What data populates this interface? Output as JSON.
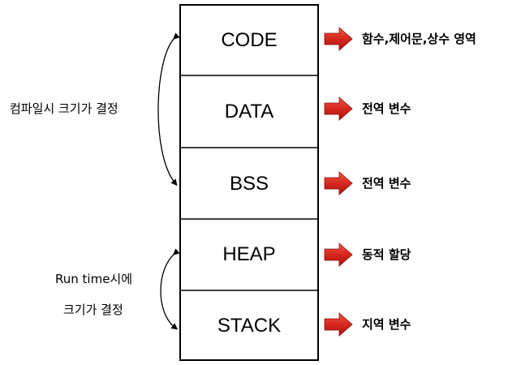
{
  "memory_layout": {
    "segments": [
      {
        "name": "CODE",
        "description": "함수,제어문,상수 영역"
      },
      {
        "name": "DATA",
        "description": "전역 변수"
      },
      {
        "name": "BSS",
        "description": "전역 변수"
      },
      {
        "name": "HEAP",
        "description": "동적 할당"
      },
      {
        "name": "STACK",
        "description": "지역 변수"
      }
    ],
    "compile_time_label": "컴파일시 크기가 결정",
    "runtime_label_line1": "Run time시에",
    "runtime_label_line2": "크기가 결정"
  },
  "colors": {
    "arrow_fill": "#d7261f",
    "border": "#000000"
  }
}
